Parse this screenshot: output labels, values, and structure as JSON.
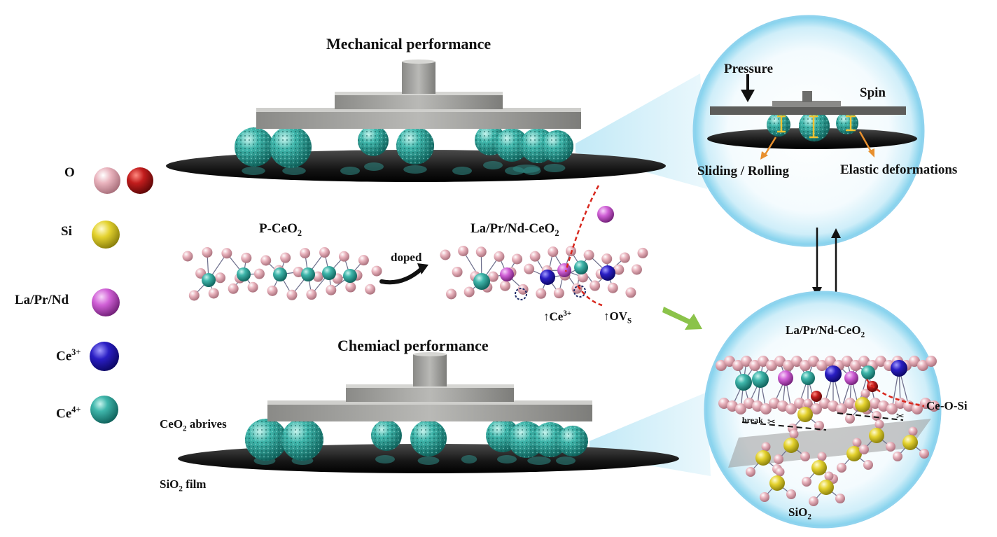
{
  "top_panel": {
    "title": "Mechanical performance"
  },
  "bottom_panel": {
    "title": "Chemiacl performance",
    "abrasive_label": "CeO",
    "abrasive_label_sub": "2",
    "abrasive_label_tail": " abrives",
    "film_label": "SiO",
    "film_label_sub": "2",
    "film_label_tail": " film"
  },
  "legend": {
    "items": [
      {
        "label": "O",
        "sup": "",
        "colors": [
          "#e4a8b4",
          "#c01d1d"
        ]
      },
      {
        "label": "Si",
        "sup": "",
        "colors": [
          "#e6d631"
        ]
      },
      {
        "label": "La/Pr/Nd",
        "sup": "",
        "colors": [
          "#d263d8"
        ]
      },
      {
        "label": "Ce",
        "sup": "3+",
        "colors": [
          "#2a1ec4"
        ]
      },
      {
        "label": "Ce",
        "sup": "4+",
        "colors": [
          "#27b3a8"
        ]
      }
    ]
  },
  "middle": {
    "pure_label": "P-CeO",
    "pure_label_sub": "2",
    "arrow_label": "doped",
    "doped_label": "La/Pr/Nd-CeO",
    "doped_label_sub": "2",
    "ce3_marker": "↑Ce",
    "ce3_marker_sup": "3+",
    "ov_marker": "↑OV",
    "ov_marker_sub": "S"
  },
  "zoom_top": {
    "pressure_label": "Pressure",
    "spin_label": "Spin",
    "sliding_label": "Sliding / Rolling",
    "elastic_label": "Elastic deformations"
  },
  "zoom_bottom": {
    "title": "La/Pr/Nd-CeO",
    "title_sub": "2",
    "bond_label": "Ce-O-Si",
    "break_label": "break",
    "substrate_label": "SiO",
    "substrate_label_sub": "2"
  },
  "colors": {
    "pad_gray": "#9d9d9b",
    "disk_dark": "#141414",
    "abrasive_teal": "#3aa69d",
    "bubble_edge": "#5ec6e6",
    "green_arrow": "#8bc34a",
    "orange_arrow": "#e8902e",
    "deform_yellow": "#f2c230",
    "red_dash": "#d8281e"
  }
}
